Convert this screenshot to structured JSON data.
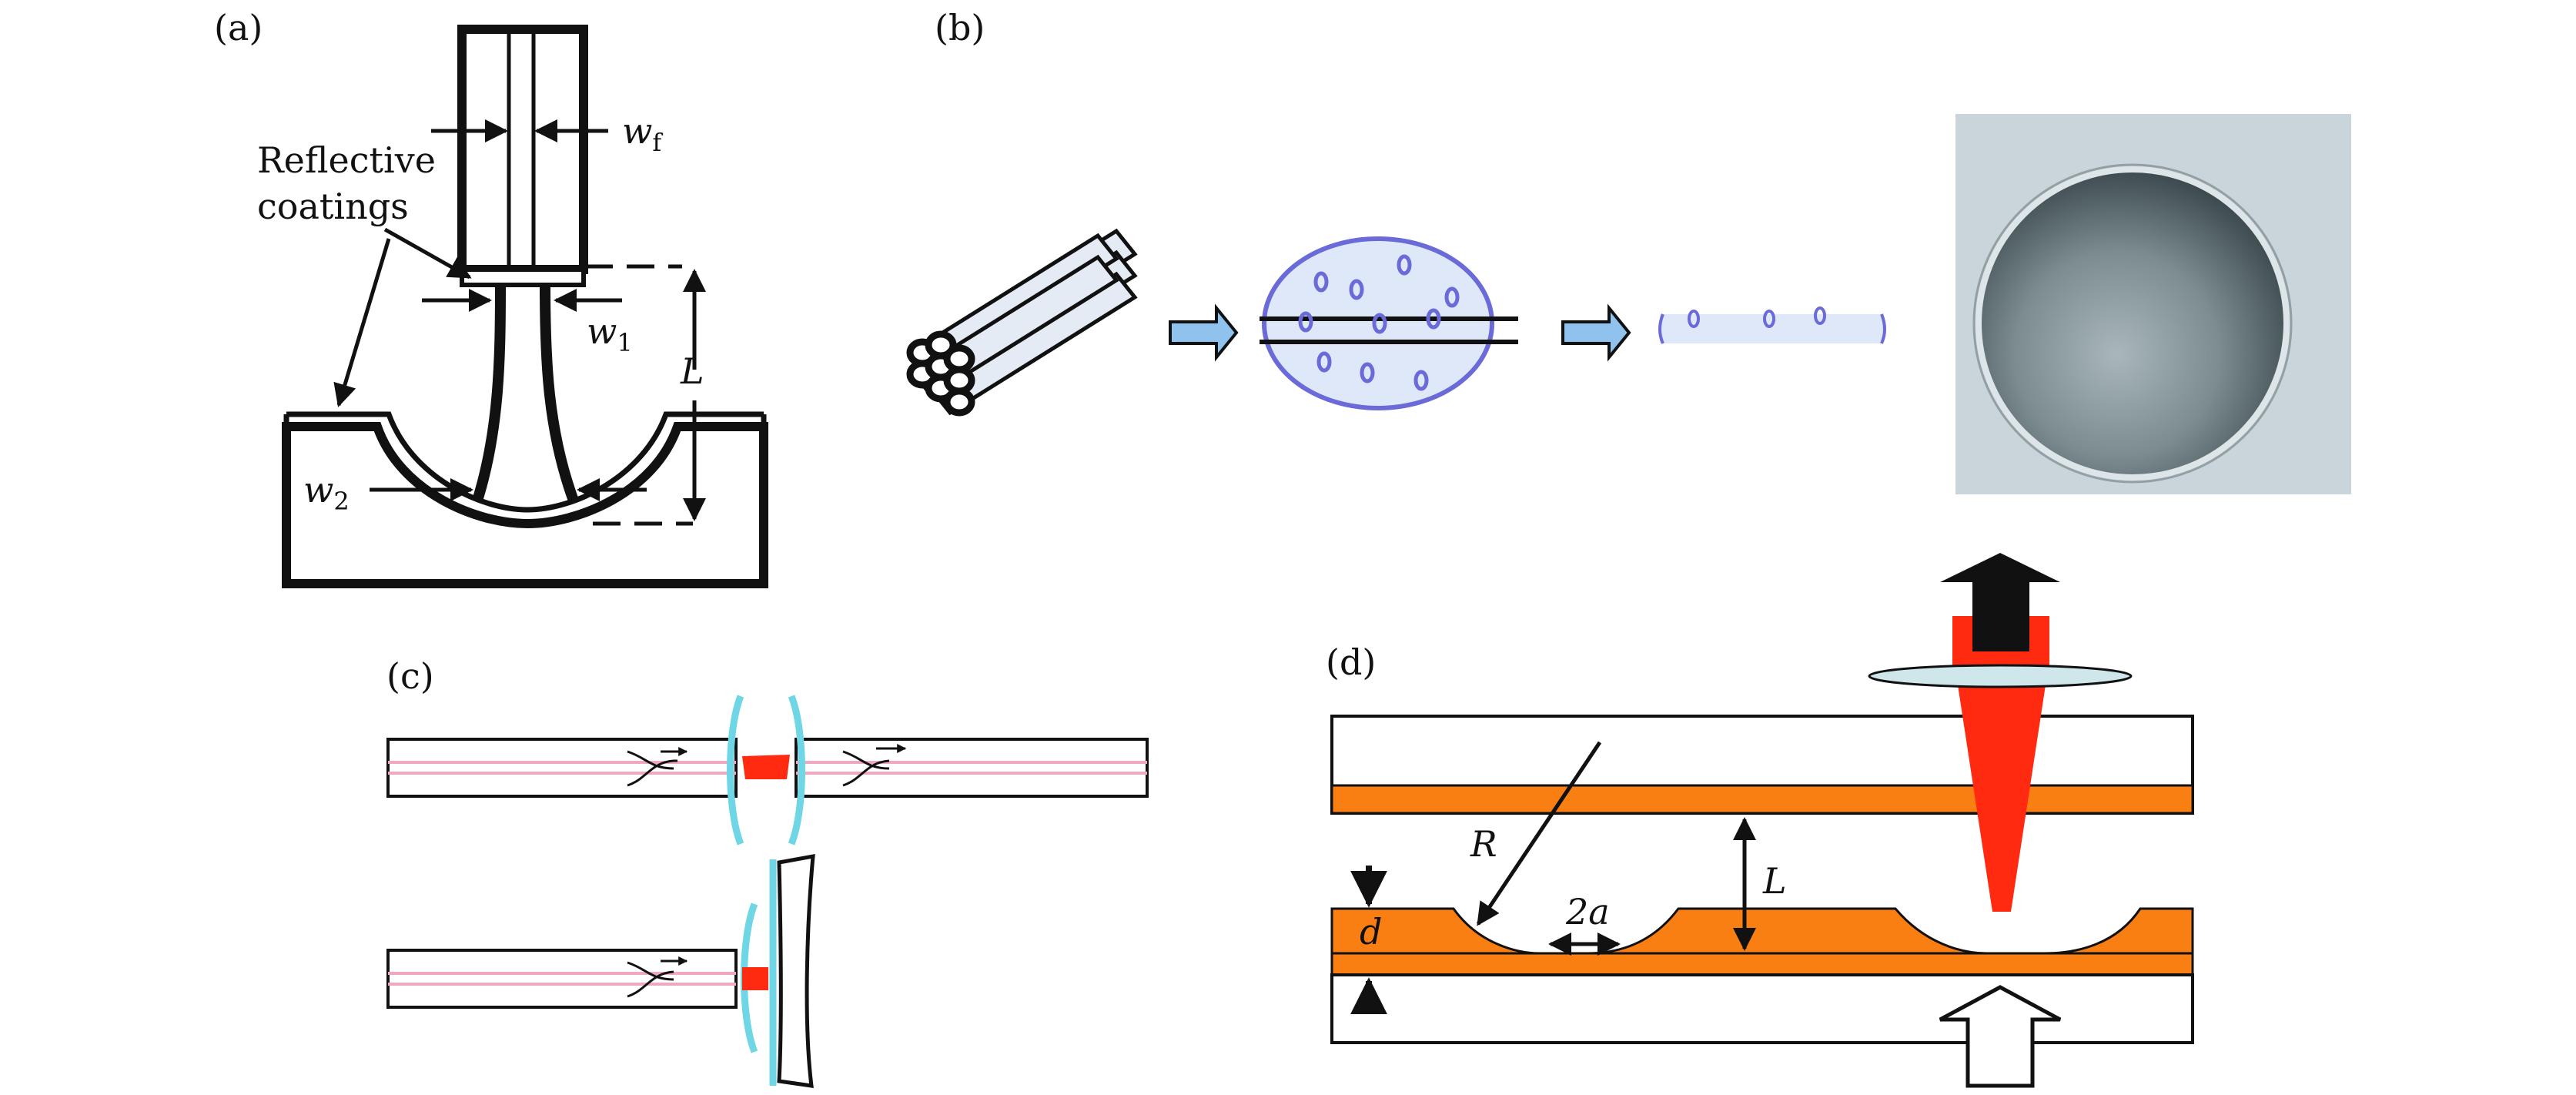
{
  "panels": {
    "a": {
      "label": "(a)",
      "annot_reflective_1": "Reflective",
      "annot_reflective_2": "coatings",
      "w_f": "w",
      "w_f_sub": "f",
      "w_1": "w",
      "w_1_sub": "1",
      "w_2": "w",
      "w_2_sub": "2",
      "L": "L"
    },
    "b": {
      "label": "(b)",
      "steps": [
        "fiber-bundle",
        "fused-preform",
        "drawn-fiber-section",
        "photo-of-concave-mirror"
      ]
    },
    "c": {
      "label": "(c)"
    },
    "d": {
      "label": "(d)",
      "R": "R",
      "a_label": "2a",
      "L": "L",
      "d": "d"
    }
  },
  "colors": {
    "outline": "#111111",
    "blue_fill": "#dfe8f8",
    "blue_stroke": "#6a6ad8",
    "arrow_blue": "#8fc3ee",
    "coating_cyan": "#6fd6e6",
    "core_pink": "#f0a8c0",
    "laser_red": "#ff2a10",
    "orange": "#f97f12",
    "lens_fill": "#cfe6ea",
    "photo_bg": "#c9d5da",
    "photo_dark": "#4a5a60"
  }
}
